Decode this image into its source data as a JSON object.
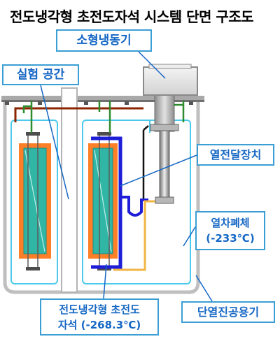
{
  "title": "전도냉각형 초전도자석 시스템 단면 구조도",
  "labels": {
    "cryocooler": "소형냉동기",
    "experiment_space": "실험 공간",
    "heat_switch": "열전달장치",
    "thermal_shield_line1": "열차폐체",
    "thermal_shield_line2": "(-233℃)",
    "magnet_line1": "전도냉각형 초전도",
    "magnet_line2": "자석 (-268.3℃)",
    "vacuum_vessel": "단열진공용기"
  },
  "colors": {
    "callout_border": "#3b9fd4",
    "callout_text": "#1567c4",
    "vessel_outline": "#bfbfbf",
    "thermal_shield": "#4cc9ec",
    "magnet_former": "#ff7f27",
    "magnet_winding": "#31b6a6",
    "conduction_bus": "#1e1ed8",
    "thermal_link_green": "#2e8b2e",
    "thermal_link_red": "#8b2500",
    "heat_pipe_yellow": "#f2b544",
    "cryocooler_body": "#e6e6e6"
  }
}
